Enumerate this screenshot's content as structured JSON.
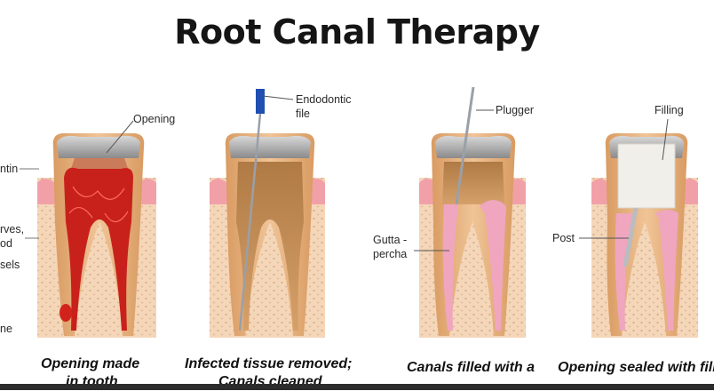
{
  "title": "Root Canal Therapy",
  "left_labels": {
    "dentin": "ntin",
    "nerves": "rves,",
    "blood": "od",
    "vessels": "sels",
    "bone": "ne"
  },
  "panel1": {
    "label": "Opening",
    "caption_1": "Opening made",
    "caption_2": "in tooth"
  },
  "panel2": {
    "label_1": "Endodontic",
    "label_2": "file",
    "caption_1": "Infected tissue removed;",
    "caption_2": "Canals cleaned"
  },
  "panel3": {
    "label_plugger": "Plugger",
    "label_gutta_1": "Gutta -",
    "label_gutta_2": "percha",
    "caption_1": "Canals filled with a"
  },
  "panel4": {
    "label_filling": "Filling",
    "label_post": "Post",
    "caption_1": "Opening sealed with fillin"
  },
  "colors": {
    "gum": "#f2a0a8",
    "bone": "#f3d3b4",
    "dentin": "#e6b584",
    "pulp_red": "#c8211c",
    "gutta": "#f0a6bf",
    "enamel": "#a9a9a9"
  }
}
